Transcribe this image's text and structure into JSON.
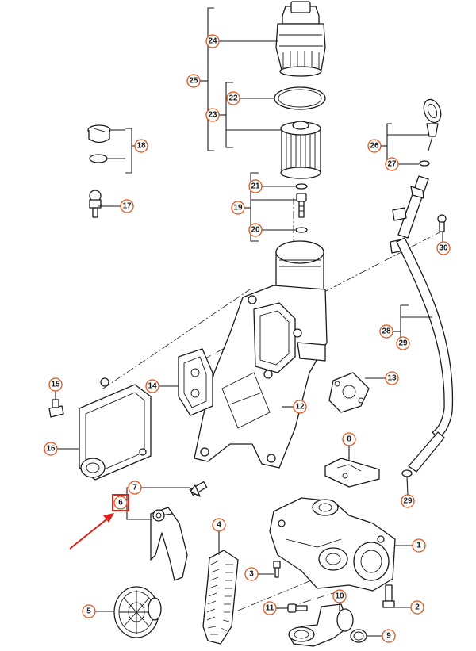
{
  "callouts": {
    "c1": "1",
    "c2": "2",
    "c3": "3",
    "c4": "4",
    "c5": "5",
    "c6": "6",
    "c7": "7",
    "c8": "8",
    "c9": "9",
    "c10": "10",
    "c11": "11",
    "c12": "12",
    "c13": "13",
    "c14": "14",
    "c15": "15",
    "c16": "16",
    "c17": "17",
    "c18": "18",
    "c19": "19",
    "c20": "20",
    "c21": "21",
    "c22": "22",
    "c23": "23",
    "c24": "24",
    "c25": "25",
    "c26": "26",
    "c27": "27",
    "c28": "28",
    "c29a": "29",
    "c29b": "29",
    "c30": "30"
  },
  "colors": {
    "callout_ring": "#e0521a",
    "highlight": "#e0201a",
    "line": "#1a1a1a"
  },
  "highlighted_callout": "6"
}
